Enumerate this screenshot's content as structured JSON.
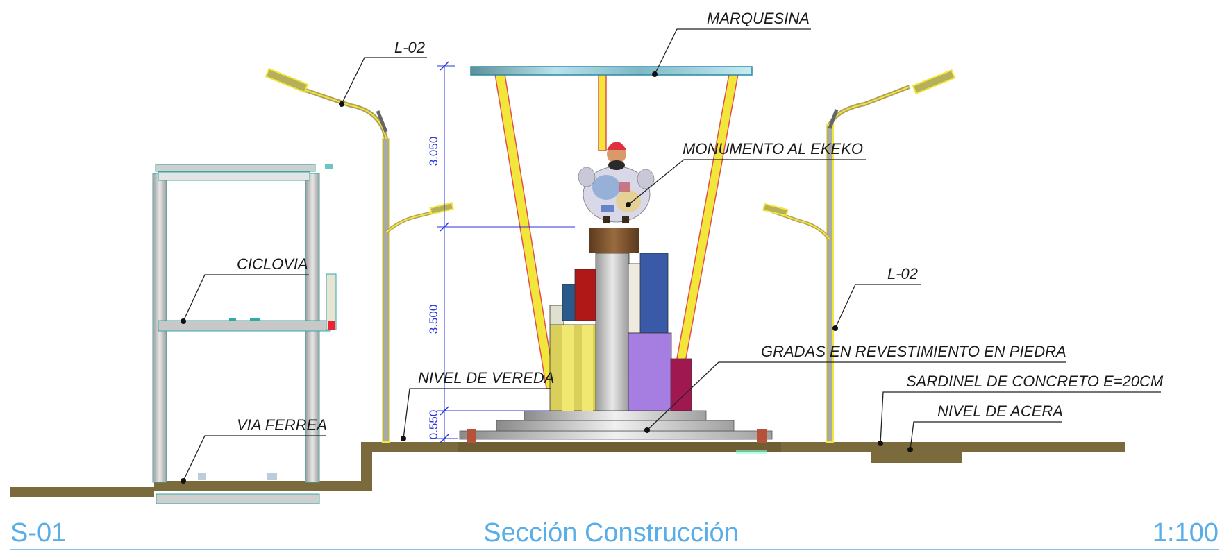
{
  "labels": {
    "marquesina": "MARQUESINA",
    "l02_left": "L-02",
    "l02_right": "L-02",
    "monumento": "MONUMENTO AL EKEKO",
    "ciclovia": "CICLOVIA",
    "nivel_vereda": "NIVEL DE VEREDA",
    "via_ferrea": "VIA FERREA",
    "gradas": "GRADAS EN REVESTIMIENTO EN PIEDRA",
    "sardinel": "SARDINEL DE CONCRETO E=20CM",
    "nivel_acera": "NIVEL DE ACERA"
  },
  "dimensions": {
    "d1": "3.050",
    "d2": "3.500",
    "d3": "0.550"
  },
  "title_block": {
    "code": "S-01",
    "title": "Sección Construcción",
    "scale": "1:100"
  },
  "colors": {
    "ground": "#7a6a3c",
    "pole_yellow": "#f2e63a",
    "pole_edge": "#e05050",
    "canopy": "#9fd3e0",
    "dimension": "#2a35e0",
    "title": "#5aaee8"
  }
}
